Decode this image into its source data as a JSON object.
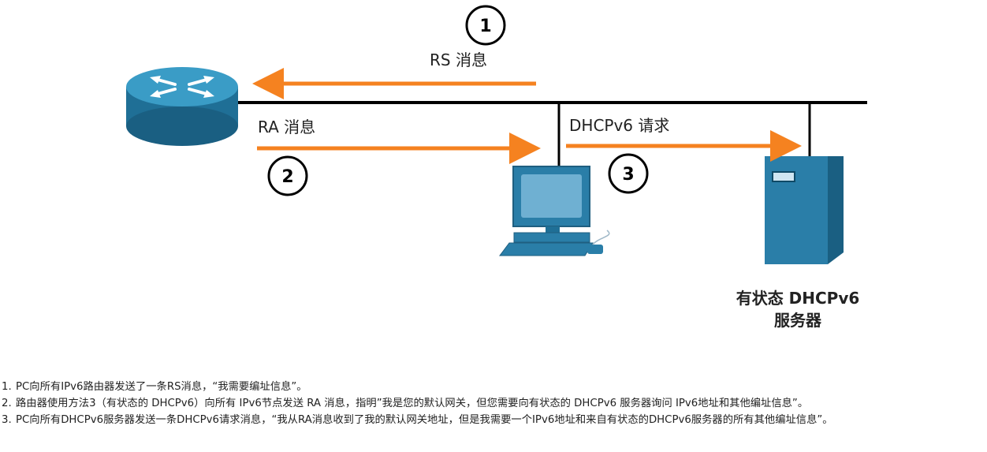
{
  "diagram": {
    "rs_label": "RS 消息",
    "ra_label": "RA 消息",
    "dhcp_label": "DHCPv6 请求",
    "badges": [
      "1",
      "2",
      "3"
    ],
    "server_title_line1": "有状态 DHCPv6",
    "server_title_line2": "服务器",
    "colors": {
      "arrow": "#f58220",
      "device": "#2a7ea8",
      "line": "#000000"
    }
  },
  "steps": [
    {
      "num": "1.",
      "text": "PC向所有IPv6路由器发送了一条RS消息，“我需要编址信息”。"
    },
    {
      "num": "2.",
      "text": "路由器使用方法3（有状态的 DHCPv6）向所有 IPv6节点发送 RA 消息，指明”我是您的默认网关，但您需要向有状态的 DHCPv6 服务器询问 IPv6地址和其他编址信息”。"
    },
    {
      "num": "3.",
      "text": "PC向所有DHCPv6服务器发送一条DHCPv6请求消息，“我从RA消息收到了我的默认网关地址，但是我需要一个IPv6地址和来自有状态的DHCPv6服务器的所有其他编址信息”。"
    }
  ]
}
